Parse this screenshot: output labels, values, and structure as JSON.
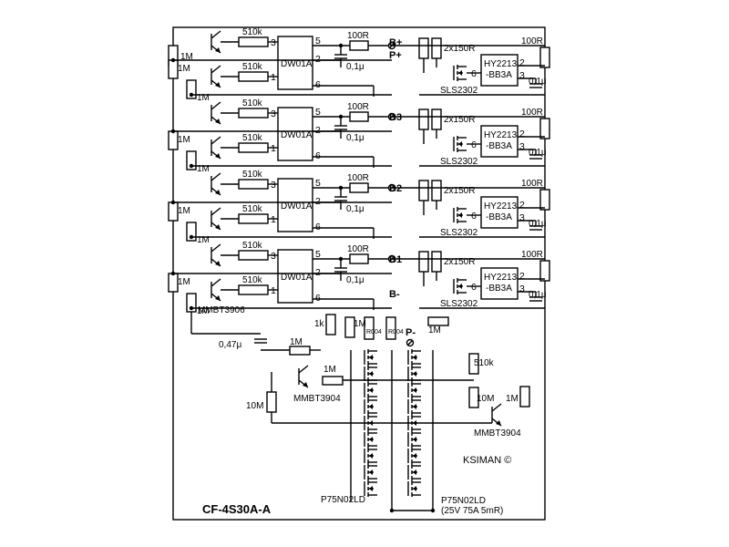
{
  "labels": {
    "r_top_left": "1M",
    "r_left_a": "1M",
    "r_left_b": "1M",
    "r_left_c": "1M",
    "r_left_d": "1M",
    "r_left_e": "1M",
    "r_left_f": "1M",
    "r_left_g": "1M",
    "r_510k": "510k",
    "ic_dw": "DW01A",
    "r_100r": "100R",
    "cap_01": "0,1μ",
    "r_2x150": "2x150R",
    "ic_hy_1": "HY2213",
    "ic_hy_2": "-BB3A",
    "mos_sls": "SLS2302",
    "cap_hy": "0,1μ",
    "r_100r_right": "100R",
    "term_bplus": "B+",
    "term_pplus": "P+",
    "term_b3": "B3",
    "term_b2": "B2",
    "term_b1": "B1",
    "term_bminus": "B-",
    "term_pminus": "P-",
    "q_mmbt3906": "MMBT3906",
    "cap_047": "0,47μ",
    "r_1m_a": "1M",
    "r_1m_b": "1M",
    "r_1m_c": "1M",
    "r_1m_d": "1M",
    "r_1k": "1k",
    "r_1m_e": "1M",
    "r_10m": "10M",
    "q_mmbt3904": "MMBT3904",
    "r_10m_right": "10M",
    "r_1m_right": "1M",
    "r_510k_right": "510k",
    "q_mmbt3904_right": "MMBT3904",
    "shunt_a": "R004",
    "shunt_b": "R004",
    "mosfet_a": "P75N02LD",
    "mosfet_b": "P75N02LD",
    "mosfet_rating": "(25V 75A 5mR)",
    "author": "KSIMAN ©",
    "board_title": "CF-4S30A-A"
  },
  "pins": {
    "dw_p3": "3",
    "dw_p5": "5",
    "dw_p2": "2",
    "dw_p1": "1",
    "dw_p6": "6",
    "hy_p6": "6",
    "hy_p2": "2",
    "hy_p3": "3"
  }
}
